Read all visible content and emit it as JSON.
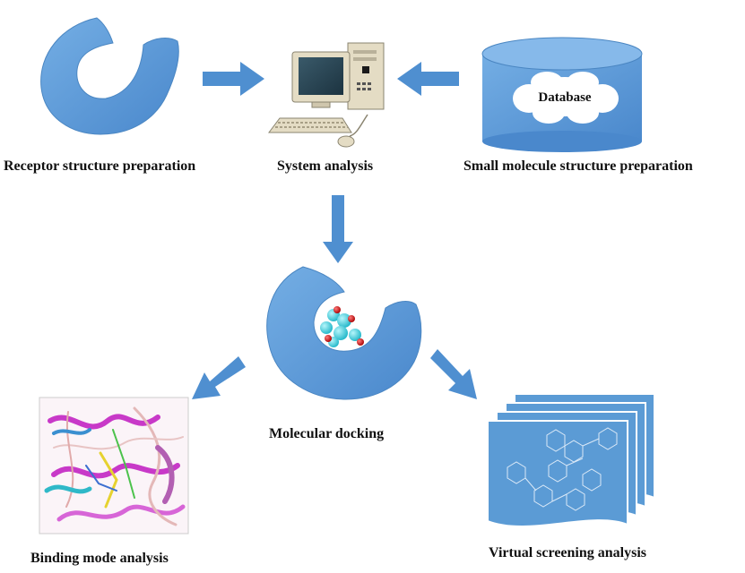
{
  "labels": {
    "receptor": "Receptor structure preparation",
    "system": "System analysis",
    "small_molecule": "Small molecule structure preparation",
    "docking": "Molecular docking",
    "binding": "Binding mode analysis",
    "virtual": "Virtual screening analysis",
    "database": "Database"
  },
  "colors": {
    "shape_blue": "#5b9bd5",
    "shape_edge": "#4a86c2",
    "arrow_blue": "#4f8fd0",
    "atom_cyan": "#3fd2e0",
    "atom_red": "#d01414"
  }
}
